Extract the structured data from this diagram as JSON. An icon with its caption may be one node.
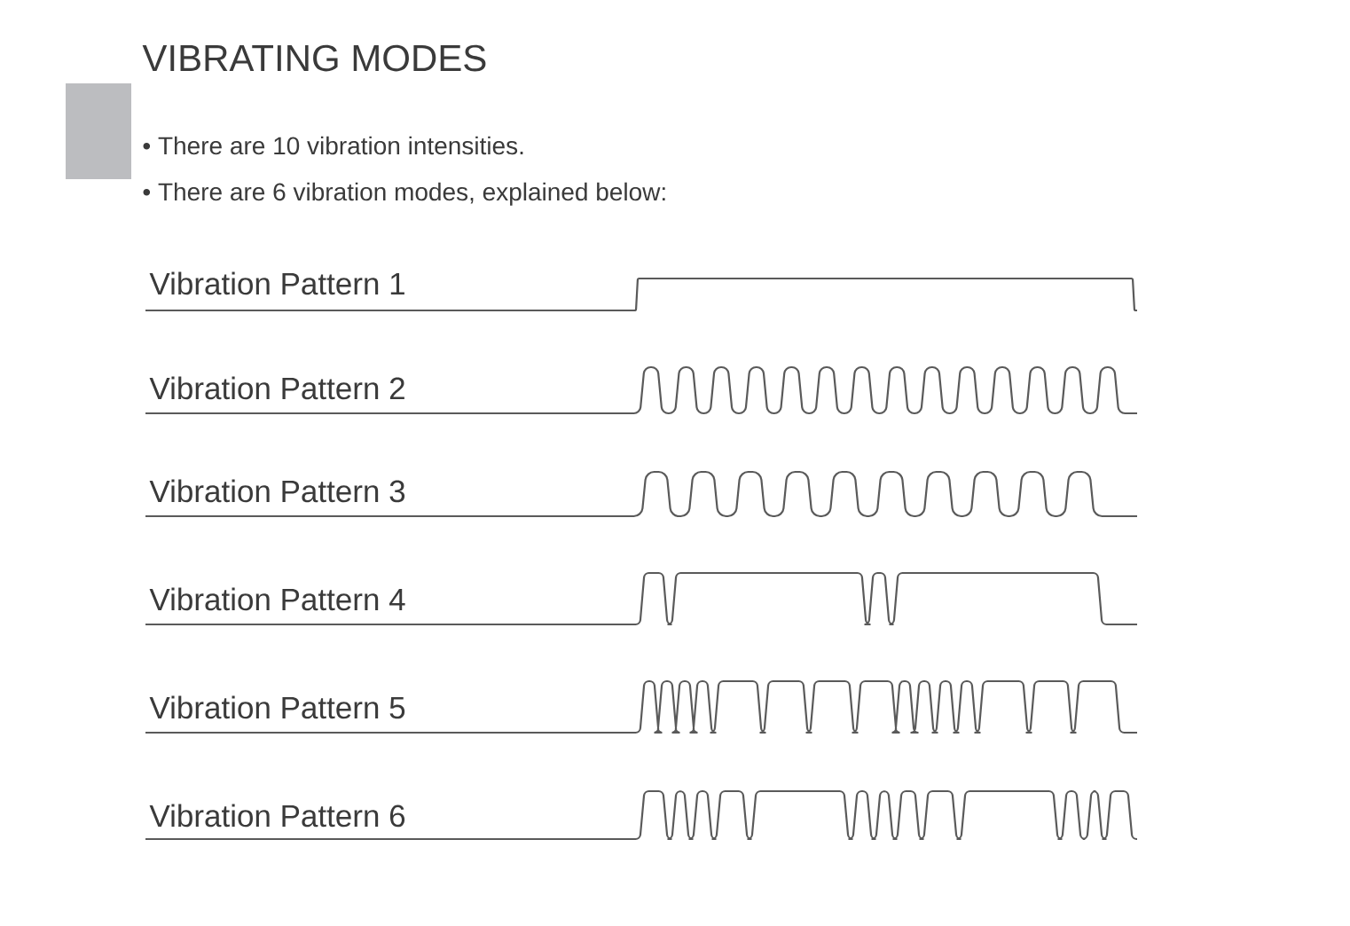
{
  "diagram": {
    "title": "VIBRATING MODES",
    "labels": [
      "• There are 10 vibration intensities.",
      "• There are 6 vibration modes, explained below:",
      "Vibration Pattern 1",
      "Vibration Pattern 2",
      "Vibration Pattern 3",
      "Vibration Pattern 4",
      "Vibration Pattern 5",
      "Vibration Pattern 6"
    ]
  }
}
